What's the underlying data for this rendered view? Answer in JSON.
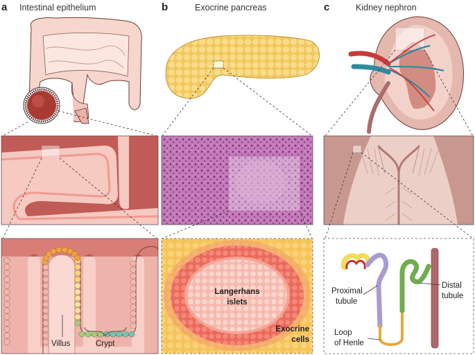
{
  "panels": [
    {
      "letter": "a",
      "title": "Intestinal epithelium"
    },
    {
      "letter": "b",
      "title": "Exocrine pancreas"
    },
    {
      "letter": "c",
      "title": "Kidney nephron"
    }
  ],
  "labels": {
    "villus": "Villus",
    "crypt": "Crypt",
    "langerhans_1": "Langerhans",
    "langerhans_2": "islets",
    "exocrine_1": "Exocrine",
    "exocrine_2": "cells",
    "proximal_1": "Proximal",
    "proximal_2": "tubule",
    "distal_1": "Distal",
    "distal_2": "tubule",
    "loop_1": "Loop",
    "loop_2": "of Henle"
  },
  "colors": {
    "intestine": "#f3cfc6",
    "tissue_dark": "#b7443f",
    "tissue_light": "#f6c4bc",
    "pancreas": "#f8d878",
    "histology": "#b85aa0",
    "islet_ring": "#f07a6a",
    "kidney": "#dcb3ab",
    "proximal": "#a79bd0",
    "distal": "#6fae4e",
    "loop": "#e8a93a"
  }
}
